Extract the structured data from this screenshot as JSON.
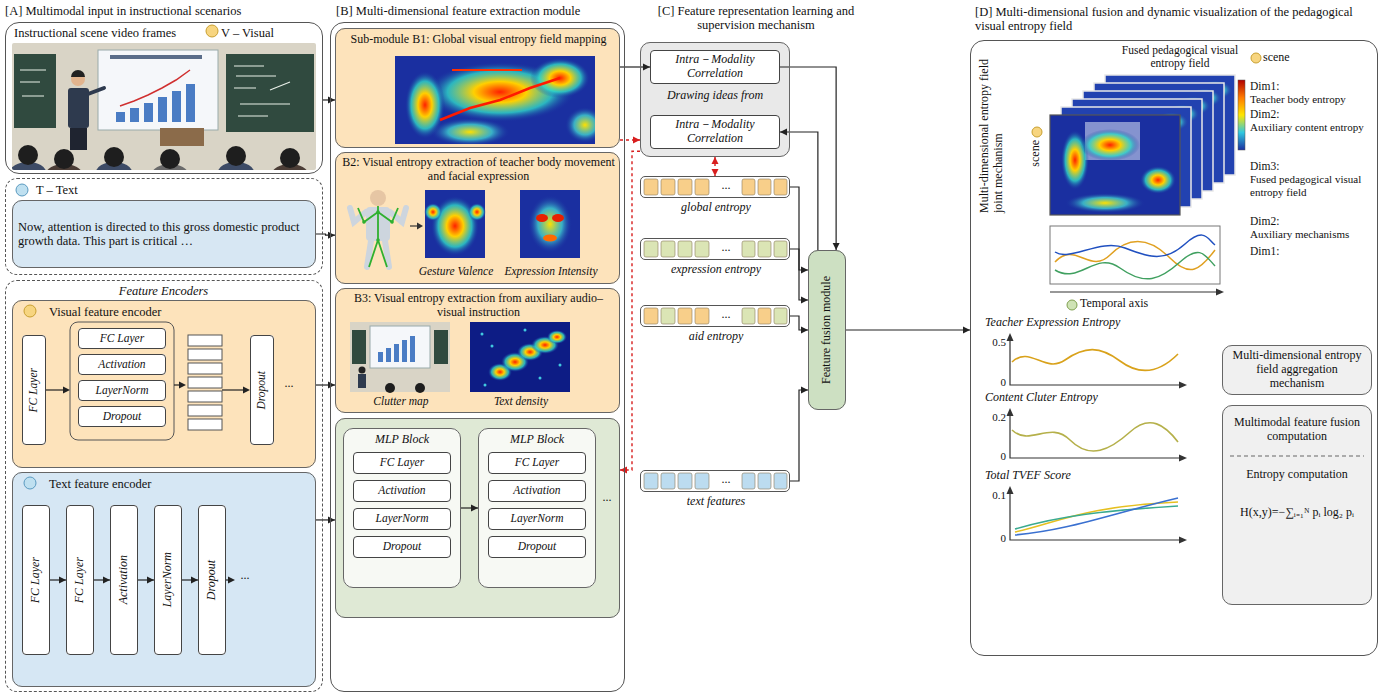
{
  "diagram": {
    "nodes": [
      {
        "text": [
          "Instructional scene video frames",
          "V – Visual"
        ]
      },
      {
        "text": [
          "T – Text"
        ]
      },
      {
        "text": [
          "Now, attention is directed to this gross domestic product growth data. This part is critical …"
        ],
        "in": 1
      },
      {
        "text": [
          "Feature Encoders"
        ]
      },
      {
        "text": [
          "Visual feature encoder"
        ],
        "in": 3
      },
      {
        "text": [
          "FC Layer"
        ],
        "in": 4
      },
      {
        "text": [
          "FC Layer"
        ],
        "in": 4
      },
      {
        "text": [
          "Activation"
        ],
        "in": 4
      },
      {
        "text": [
          "LayerNorm"
        ],
        "in": 4
      },
      {
        "text": [
          "Dropout"
        ],
        "in": 4
      },
      {
        "text": [
          "Dropout"
        ],
        "in": 4
      },
      {
        "text": [
          "Text feature encoder"
        ],
        "in": 3
      },
      {
        "text": [
          "FC Layer"
        ],
        "in": 11
      },
      {
        "text": [
          "FC Layer"
        ],
        "in": 11
      },
      {
        "text": [
          "Activation"
        ],
        "in": 11
      },
      {
        "text": [
          "LayerNorm"
        ],
        "in": 11
      },
      {
        "text": [
          "Dropout"
        ],
        "in": 11
      },
      {
        "text": [
          "[B] Multi-dimensional feature extraction module"
        ]
      },
      {
        "text": [
          "Sub-module B1: Global visual entropy field mapping"
        ],
        "in": 17
      },
      {
        "text": [
          "B2: Visual entropy extraction of teacher body movement and facial expression",
          "Gesture Valence",
          "Expression Intensity"
        ],
        "in": 17
      },
      {
        "text": [
          "B3: Visual entropy extraction from auxiliary audio–visual instruction",
          "Clutter map",
          "Text density"
        ],
        "in": 17
      },
      {
        "text": [
          "..."
        ],
        "in": 17
      },
      {
        "text": [
          "MLP Block"
        ],
        "in": 21
      },
      {
        "text": [
          "FC Layer"
        ],
        "in": 22
      },
      {
        "text": [
          "Activation"
        ],
        "in": 22
      },
      {
        "text": [
          "LayerNorm"
        ],
        "in": 22
      },
      {
        "text": [
          "Dropout"
        ],
        "in": 22
      },
      {
        "text": [
          "MLP Block"
        ],
        "in": 21
      },
      {
        "text": [
          "FC Layer"
        ],
        "in": 27
      },
      {
        "text": [
          "Activation"
        ],
        "in": 27
      },
      {
        "text": [
          "LayerNorm"
        ],
        "in": 27
      },
      {
        "text": [
          "Dropout"
        ],
        "in": 27
      },
      {
        "text": [
          "Drawing ideas from"
        ]
      },
      {
        "text": [
          "Intra－Modality Correlation"
        ],
        "in": 32
      },
      {
        "text": [
          "Intra－Modality Correlation"
        ],
        "in": 32
      },
      {
        "text": [
          "global entropy"
        ]
      },
      {
        "text": [
          "expression entropy"
        ]
      },
      {
        "text": [
          "aid entropy"
        ]
      },
      {
        "text": [
          "text features"
        ]
      },
      {
        "text": [
          "Feature fusion module"
        ]
      },
      {
        "text": [
          "[D] Multi-dimensional fusion and dynamic visualization of the pedagogical visual entropy field"
        ]
      },
      {
        "text": [
          "Multi-dimensional entropy field aggregation mechanism"
        ],
        "in": 40
      },
      {
        "text": [
          "Multimodal feature fusion computation",
          "Entropy computation",
          "H(x,y)=−∑ᵢ₌₁ᴺ pᵢ log₂ pᵢ"
        ],
        "in": 40
      }
    ],
    "edges": [
      {
        "from": 0,
        "to": 18,
        "arrow": "to"
      },
      {
        "from": 2,
        "to": 19,
        "arrow": "to"
      },
      {
        "from": 4,
        "to": 20,
        "arrow": "to"
      },
      {
        "from": 11,
        "to": 21,
        "arrow": "to"
      },
      {
        "from": 12,
        "to": 13,
        "arrow": "to"
      },
      {
        "from": 13,
        "to": 14,
        "arrow": "to"
      },
      {
        "from": 14,
        "to": 15,
        "arrow": "to"
      },
      {
        "from": 15,
        "to": 16,
        "arrow": "to"
      },
      {
        "from": 22,
        "to": 27,
        "arrow": "to"
      },
      {
        "from": 18,
        "to": 33,
        "arrow": "to"
      },
      {
        "from": 18,
        "to": 32,
        "arrow": "to"
      },
      {
        "from": 32,
        "to": 21,
        "arrow": "to"
      },
      {
        "from": 32,
        "to": 35,
        "arrow": "both"
      },
      {
        "from": 35,
        "to": 39,
        "arrow": "to"
      },
      {
        "from": 36,
        "to": 39,
        "arrow": "to"
      },
      {
        "from": 37,
        "to": 39,
        "arrow": "to"
      },
      {
        "from": 38,
        "to": 39,
        "arrow": "to"
      },
      {
        "from": 33,
        "to": 39,
        "arrow": "to"
      },
      {
        "from": 39,
        "to": 34,
        "arrow": "to"
      },
      {
        "from": 39,
        "to": 40,
        "arrow": "to"
      }
    ],
    "labels": [
      "[A] Multimodal input in instructional scenarios",
      "[C] Feature representation learning and supervision mechanism",
      "...",
      "...",
      "...",
      "...",
      "...",
      "...",
      "Fused pedagogical visual entropy field",
      "scene",
      "Multi-dimensional entropy field joint mechanism",
      "Dim1:",
      "Teacher body entropy",
      "Dim2:",
      "Auxiliary content entropy",
      "scene",
      "Dim3:",
      "Fused pedagogical visual entropy field",
      "Dim2:",
      "Auxiliary mechanisms",
      "Dim1:",
      "Temporal axis",
      "Teacher Expression Entropy",
      "0.5",
      "0",
      "Content Cluter Entropy",
      "0.2",
      "0",
      "Total TVEF Score",
      "0.1",
      "0"
    ]
  }
}
